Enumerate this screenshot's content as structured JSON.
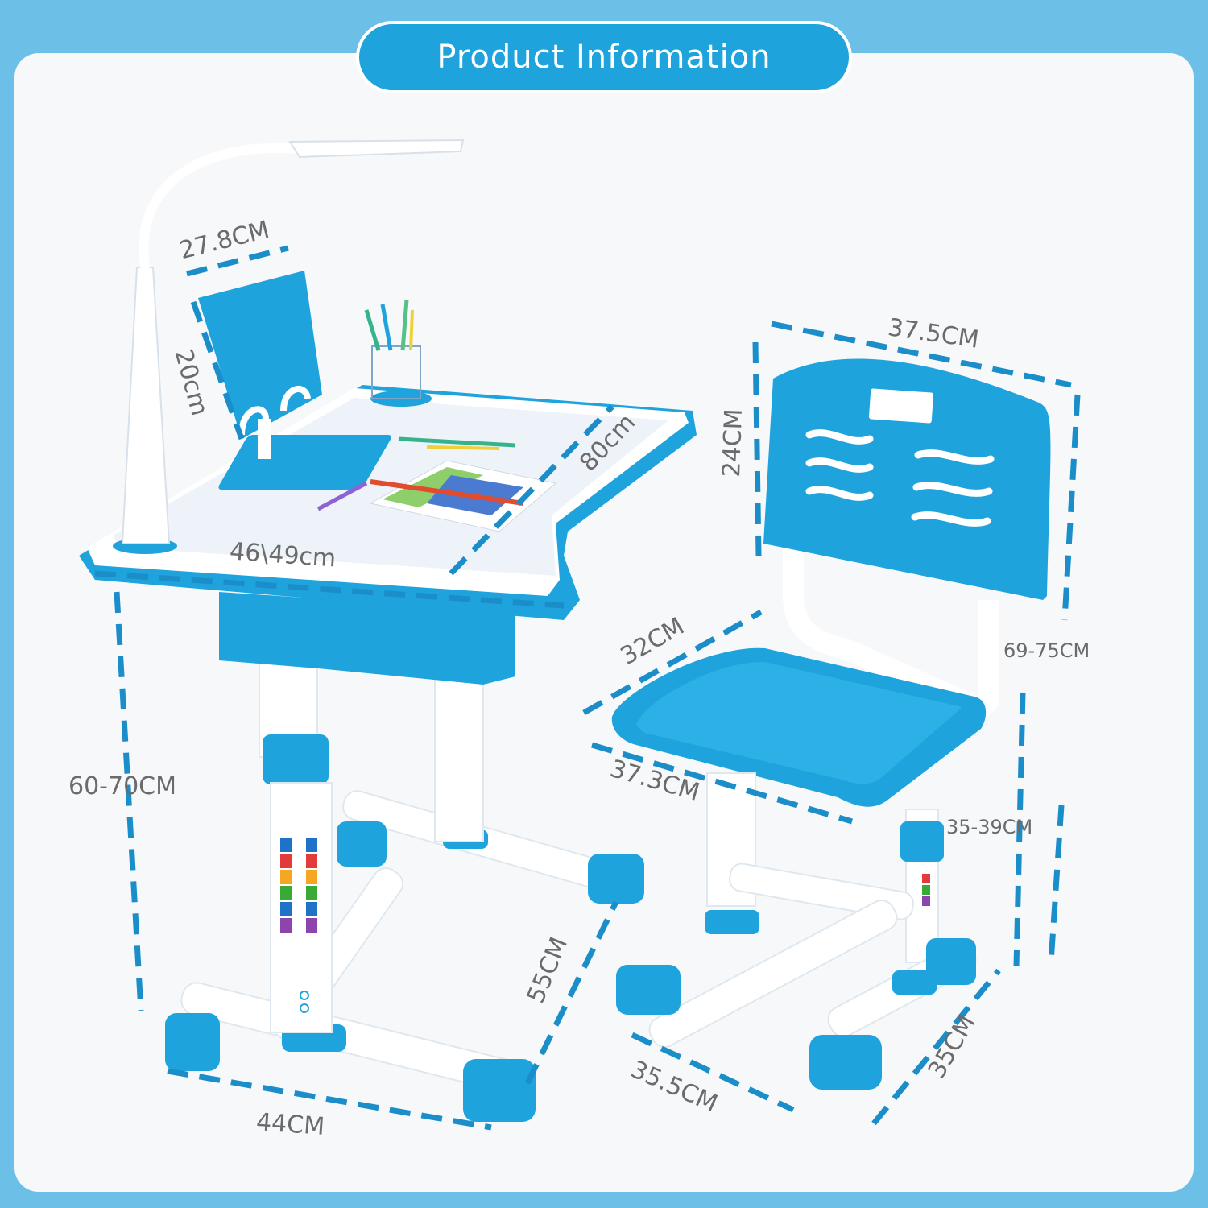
{
  "title": "Product Information",
  "colors": {
    "background": "#6cbfe6",
    "panel": "#f7f8fa",
    "accent": "#1ea3dc",
    "dimension_line": "#1b8ec9",
    "dimension_text": "#6b6b6b"
  },
  "desk": {
    "book_stand_width": "27.8CM",
    "book_stand_height": "20cm",
    "depth": "46\\49cm",
    "width": "80cm",
    "height": "60-70CM",
    "base_width": "44CM",
    "base_depth": "55CM"
  },
  "chair": {
    "backrest_width": "37.5CM",
    "backrest_height": "24CM",
    "seat_depth": "32CM",
    "seat_width": "37.3CM",
    "total_height": "69-75CM",
    "seat_height": "35-39CM",
    "base_width": "35.5CM",
    "base_depth": "35CM"
  }
}
